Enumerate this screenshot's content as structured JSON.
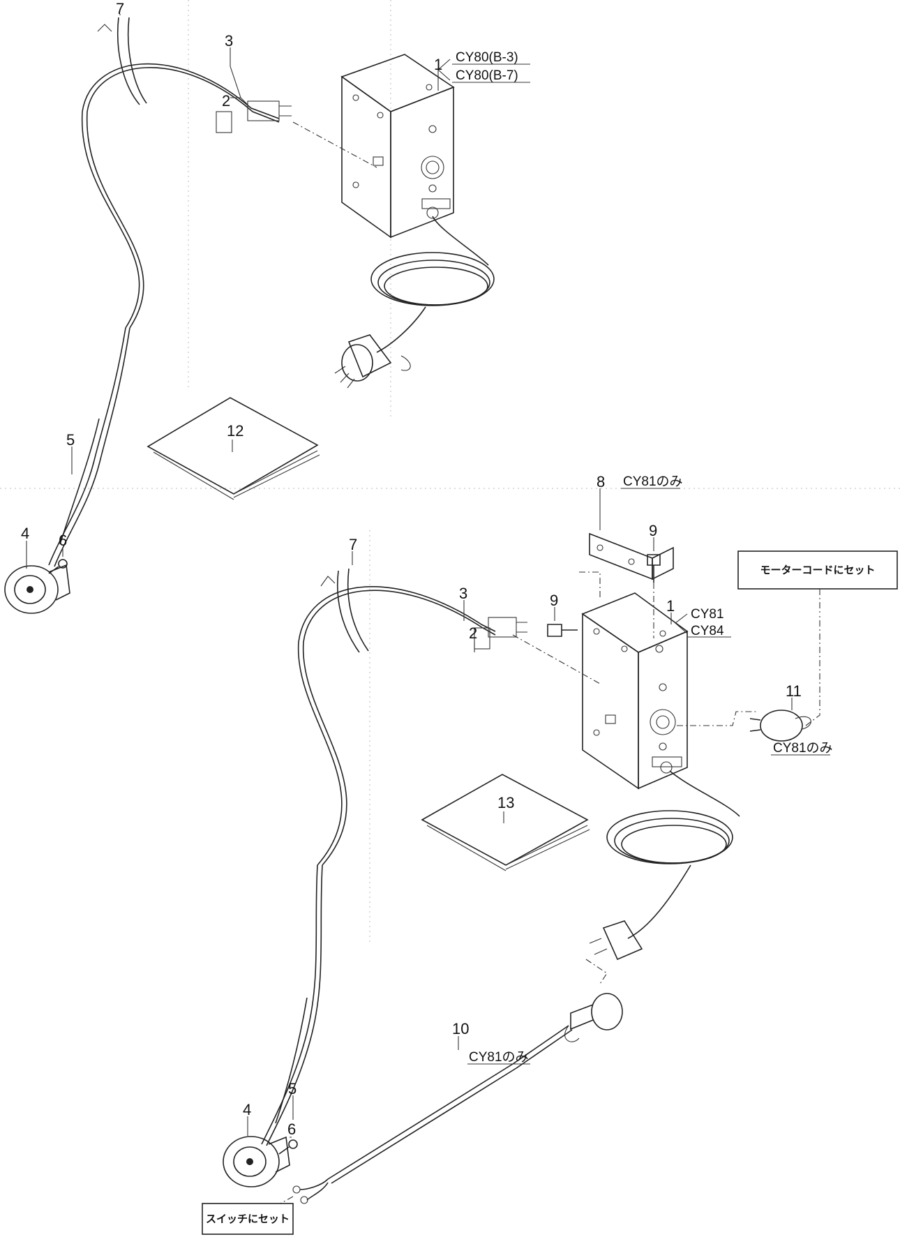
{
  "part_numbers": [
    "1",
    "2",
    "3",
    "4",
    "5",
    "6",
    "7",
    "8",
    "9",
    "10",
    "11",
    "12",
    "13"
  ],
  "models": {
    "cy80_b3": "CY80(B-3)",
    "cy80_b7": "CY80(B-7)",
    "cy81": "CY81",
    "cy84": "CY84",
    "cy81_only": "CY81のみ"
  },
  "notes": {
    "motor_cord": "モーターコードにセット",
    "switch": "スイッチにセット"
  }
}
